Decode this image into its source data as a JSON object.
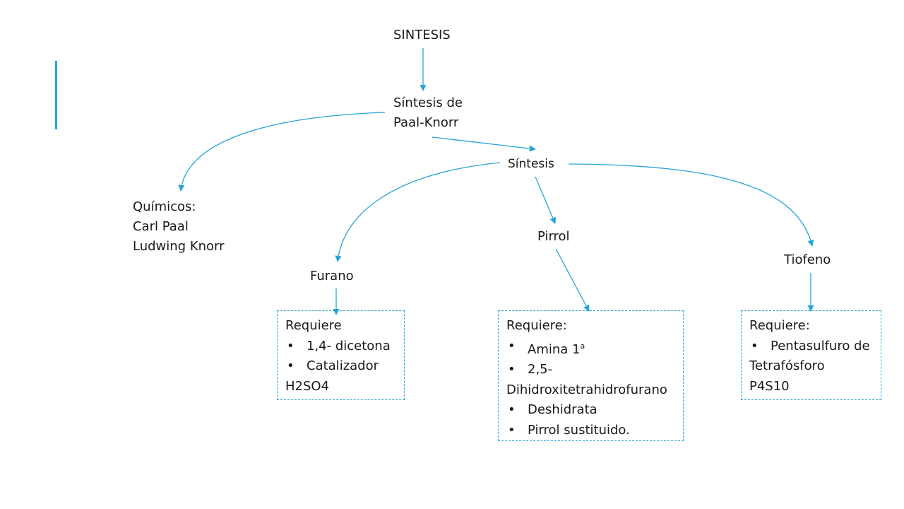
{
  "nodes": {
    "root": "SINTESIS",
    "paal_knorr": [
      "Síntesis de",
      "Paal-Knorr"
    ],
    "quimicos": [
      "Químicos:",
      "Carl Paal",
      "Ludwing Knorr"
    ],
    "sintesis": "Síntesis",
    "furano": "Furano",
    "pirrol": "Pirrol",
    "tiofeno": "Tiofeno"
  },
  "boxes": {
    "furano": {
      "heading": "Requiere",
      "items": [
        "1,4- dicetona",
        "Catalizador"
      ],
      "tail": "H2SO4"
    },
    "pirrol": {
      "heading": "Requiere:",
      "item1": "Amina 1",
      "item1_sup": "a",
      "item2_line1": "2,5-",
      "item2_line2": "Dihidroxitetrahidrofurano",
      "item3": "Deshidrata",
      "item4": "Pirrol sustituido."
    },
    "tiofeno": {
      "heading": "Requiere:",
      "item1_line1": "Pentasulfuro de",
      "item1_line2": "Tetrafósforo",
      "tail": "P4S10"
    }
  },
  "colors": {
    "accent": "#29a3d6",
    "text": "#1a1a1a"
  }
}
